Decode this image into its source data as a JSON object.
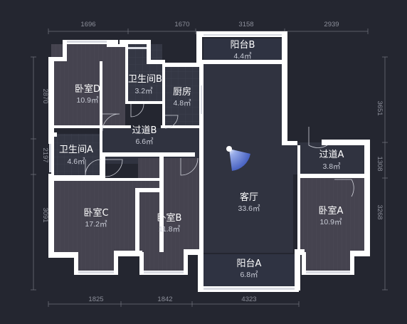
{
  "dimensions": {
    "top": [
      "1696",
      "1670",
      "3158",
      "2939"
    ],
    "bottom": [
      "1825",
      "1842",
      "4323"
    ],
    "left": [
      "2870",
      "2197",
      "3091"
    ],
    "right": [
      "3651",
      "1308",
      "3268"
    ]
  },
  "rooms": [
    {
      "name": "阳台B",
      "area": "4.4㎡"
    },
    {
      "name": "卧室D",
      "area": "10.9㎡"
    },
    {
      "name": "卫生间B",
      "area": "3.2㎡"
    },
    {
      "name": "厨房",
      "area": "4.8㎡"
    },
    {
      "name": "过道B",
      "area": "6.6㎡"
    },
    {
      "name": "卫生间A",
      "area": "4.6㎡"
    },
    {
      "name": "过道A",
      "area": "3.8㎡"
    },
    {
      "name": "客厅",
      "area": "33.6㎡"
    },
    {
      "name": "卧室C",
      "area": "17.2㎡"
    },
    {
      "name": "卧室B",
      "area": "11.8㎡"
    },
    {
      "name": "卧室A",
      "area": "10.9㎡"
    },
    {
      "name": "阳台A",
      "area": "6.8㎡"
    }
  ],
  "colors": {
    "background": "#242630",
    "floor": "#3b3d47",
    "bedroom_floor": "#474552",
    "wall": "#ffffff",
    "camera": "#6e8be8"
  }
}
